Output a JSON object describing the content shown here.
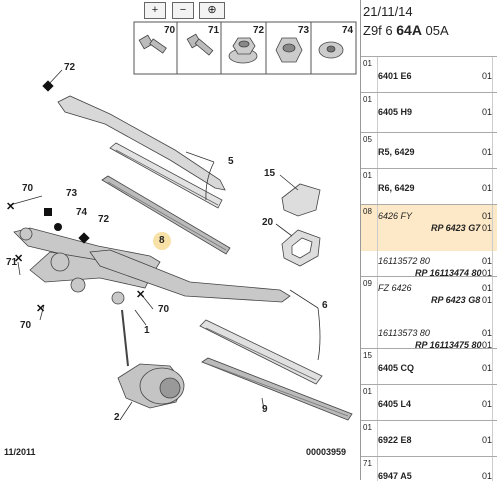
{
  "toolbar": {
    "zoom_in": "+",
    "zoom_out": "−",
    "zoom_fit": "⊕"
  },
  "callouts": {
    "c72a": "72",
    "c70a": "70",
    "c73": "73",
    "c74": "74",
    "c72b": "72",
    "c71": "71",
    "c70b": "70",
    "c70c": "70",
    "c8": "8",
    "c1": "1",
    "c2": "2",
    "c5": "5",
    "c15": "15",
    "c20": "20",
    "c6": "6",
    "c9": "9"
  },
  "parts_strip": [
    "70",
    "71",
    "72",
    "73",
    "74"
  ],
  "footer": {
    "date": "11/2011",
    "code": "00003959"
  },
  "ref_header": {
    "date": "21/11/14",
    "prefix": "Z9f 6 ",
    "model": "64A",
    "suffix": " 05A"
  },
  "rows": [
    {
      "idx": "01",
      "text": "6401 E6",
      "q": "01"
    },
    {
      "idx": "01",
      "text": "6405 H9",
      "q": "01"
    },
    {
      "idx": "05",
      "text": "R5, 6429",
      "q": "01"
    },
    {
      "idx": "01",
      "text": "R6, 6429",
      "q": "01"
    },
    {
      "idx": "08",
      "text": "6426 FY",
      "text2": "RP 6423 G7",
      "q": "01",
      "q2": "01"
    },
    {
      "idx": "",
      "text": "16113572 80",
      "text2": "RP 16113474 80",
      "q": "01",
      "q2": "01"
    },
    {
      "idx": "09",
      "text": "FZ 6426",
      "text2": "RP 6423 G8",
      "q": "01",
      "q2": "01"
    },
    {
      "idx": "",
      "text": "16113573 80",
      "text2": "RP 16113475 80",
      "q": "01",
      "q2": "01"
    },
    {
      "idx": "15",
      "text": "6405 CQ",
      "q": "01"
    },
    {
      "idx": "01",
      "text": "6405 L4",
      "q": "01"
    },
    {
      "idx": "01",
      "text": "6922 E8",
      "q": "01"
    },
    {
      "idx": "71",
      "text": "6947 A5",
      "q": "01"
    }
  ]
}
